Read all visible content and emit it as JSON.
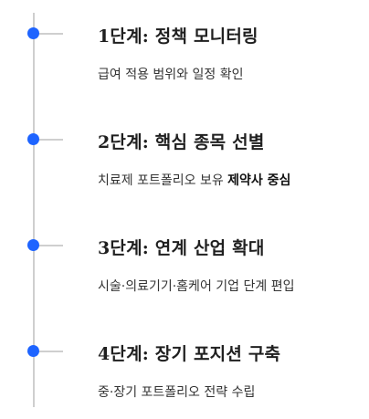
{
  "steps": [
    {
      "title": "1단계: 정책 모니터링",
      "desc": "급여 적용 범위와 일정 확인",
      "desc_bold": ""
    },
    {
      "title": "2단계: 핵심 종목 선별",
      "desc": "치료제 포트폴리오 보유 ",
      "desc_bold": "제약사 중심"
    },
    {
      "title": "3단계: 연계 산업 확대",
      "desc": "시술·의료기기·홈케어 기업 단계 편입",
      "desc_bold": ""
    },
    {
      "title": "4단계: 장기 포지션 구축",
      "desc": "중·장기 포트폴리오 전략 수립",
      "desc_bold": ""
    }
  ],
  "colors": {
    "accent": "#1e64ff",
    "line": "#cfcfcf"
  }
}
